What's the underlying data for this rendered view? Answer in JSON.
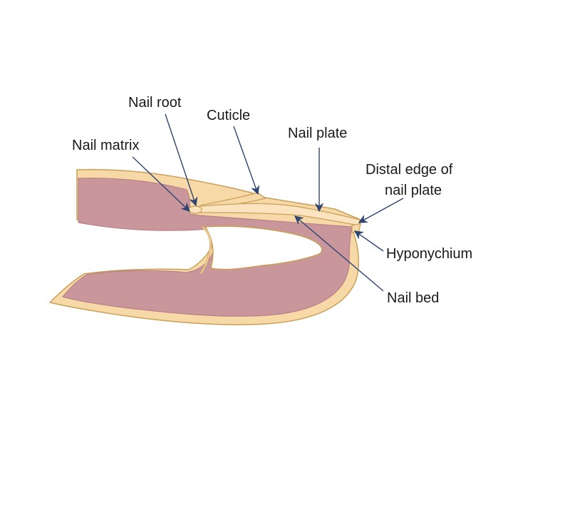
{
  "diagram": {
    "colors": {
      "tissue": "#c9969b",
      "tissue_outline": "#b98088",
      "skin": "#f6d9a6",
      "skin_outline": "#c9a05a",
      "nail": "#fbe3bf",
      "arrow": "#2f4470"
    },
    "labels": {
      "nail_root": "Nail root",
      "cuticle": "Cuticle",
      "nail_plate": "Nail plate",
      "nail_matrix": "Nail matrix",
      "distal_edge_line1": "Distal edge of",
      "distal_edge_line2": "nail plate",
      "hyponychium": "Hyponychium",
      "nail_bed": "Nail bed"
    }
  }
}
